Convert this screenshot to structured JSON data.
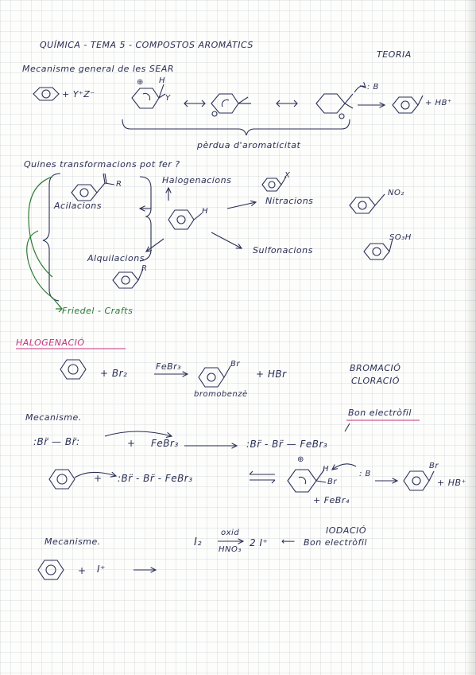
{
  "header": {
    "title": "QUÍMICA - TEMA 5 - COMPOSTOS AROMÀTICS",
    "tag": "TEORIA"
  },
  "mechanism_general": {
    "title": "Mecanisme general de les SEAR",
    "reactant": "+ Y⁺Z⁻",
    "sub_plus": "⊕",
    "sub_H": "H",
    "sub_Y": "Y",
    "hb_label": ": B",
    "product_plus": "+ HB⁺",
    "caption": "pèrdua d'aromaticitat"
  },
  "transformations": {
    "question": "Quines transformacions pot fer ?",
    "acilacions": "Acilacions",
    "halogenacions": "Halogenacions",
    "nitracions": "Nitracions",
    "sulfonacions": "Sulfonacions",
    "alquilacions": "Alquilacions",
    "friedel": "Friedel - Crafts",
    "sub_R": "R",
    "sub_X": "X",
    "sub_NO2": "NO₂",
    "sub_SO3H": "SO₃H",
    "sub_H": "H"
  },
  "halogenacio": {
    "title": "HALOGENACIÓ",
    "reaction_br2": "+ Br₂",
    "catalyst": "FeBr₃",
    "product_br": "Br",
    "byproduct": "+ HBr",
    "product_name": "bromobenzè",
    "bromacio": "BROMACIÓ",
    "cloracio": "CLORACIÓ"
  },
  "mecanisme1": {
    "title": "Mecanisme.",
    "bon_electrofil": "Bon electròfil",
    "step1_br2": ":Br̈ — Br̈:",
    "step1_plus": "+",
    "step1_febr3": "FeBr₃",
    "step1_complex": ":Br̈ - Br̈ — FeBr₃",
    "step2_plus": "+",
    "step2_complex": ":Br̈ - Br̈ - FeBr₃",
    "intermediate_H": "H",
    "intermediate_Br": "Br",
    "intermediate_plus": "⊕",
    "base": ": B",
    "febr4": "+ FeBr₄",
    "product_br": "Br",
    "product_plus": "+ HB⁺"
  },
  "mecanisme2": {
    "title": "Mecanisme.",
    "i2": "I₂",
    "oxid": "oxid",
    "hno3": "HNO₃",
    "iplus": "2 I⁺",
    "arrow": "⟵",
    "iodacio": "IODACIÓ",
    "bon_electrofil": "Bon electròfil",
    "reaction_plus": "+",
    "reaction_iplus": "I⁺"
  },
  "colors": {
    "ink": "#2a2f55",
    "green": "#2c7a33",
    "pink": "#c43380"
  }
}
